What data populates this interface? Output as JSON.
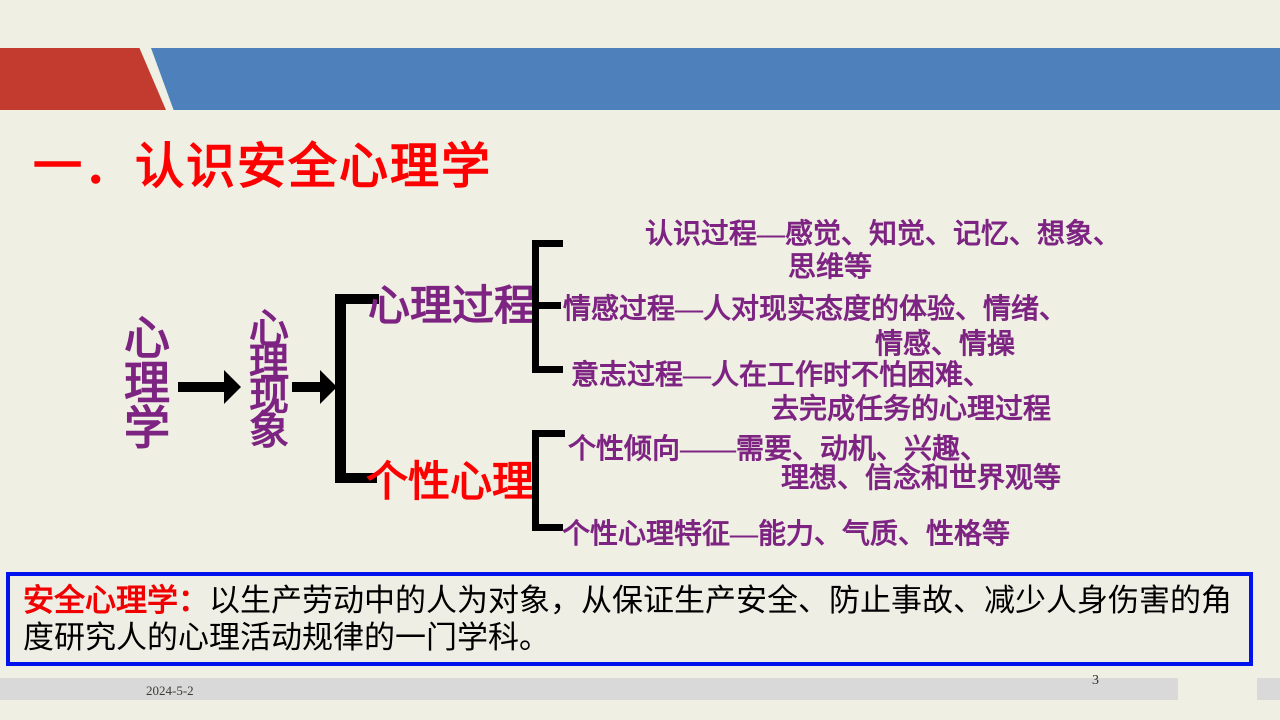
{
  "title": "一．认识安全心理学",
  "diagram": {
    "node_root": "心理学",
    "node_level2": "心理现象",
    "branch_process": "心理过程",
    "branch_personality": "个性心理",
    "process_lines": {
      "cognition_1": "认识过程—感觉、知觉、记忆、想象、",
      "cognition_2": "思维等",
      "emotion_1": "情感过程—人对现实态度的体验、情绪、",
      "emotion_2": "情感、情操",
      "will_1": "意志过程—人在工作时不怕困难、",
      "will_2": "去完成任务的心理过程"
    },
    "personality_lines": {
      "tendency_1": "个性倾向——需要、动机、兴趣、",
      "tendency_2": "理想、信念和世界观等",
      "traits": "个性心理特征—能力、气质、性格等"
    }
  },
  "definition": {
    "term": "安全心理学：",
    "body": "以生产劳动中的人为对象，从保证生产安全、防止事故、减少人身伤害的角度研究人的心理活动规律的一门学科。"
  },
  "footer": {
    "date": "2024-5-2",
    "page_number": "3"
  },
  "colors": {
    "background": "#F0EFE3",
    "banner_red": "#C23B2E",
    "banner_blue": "#4E80BC",
    "title_red": "#FE0000",
    "diagram_purple": "#7D2483",
    "branch_red": "#FE0000",
    "box_border_blue": "#0013EE",
    "footer_gray": "#D9D9D9"
  }
}
